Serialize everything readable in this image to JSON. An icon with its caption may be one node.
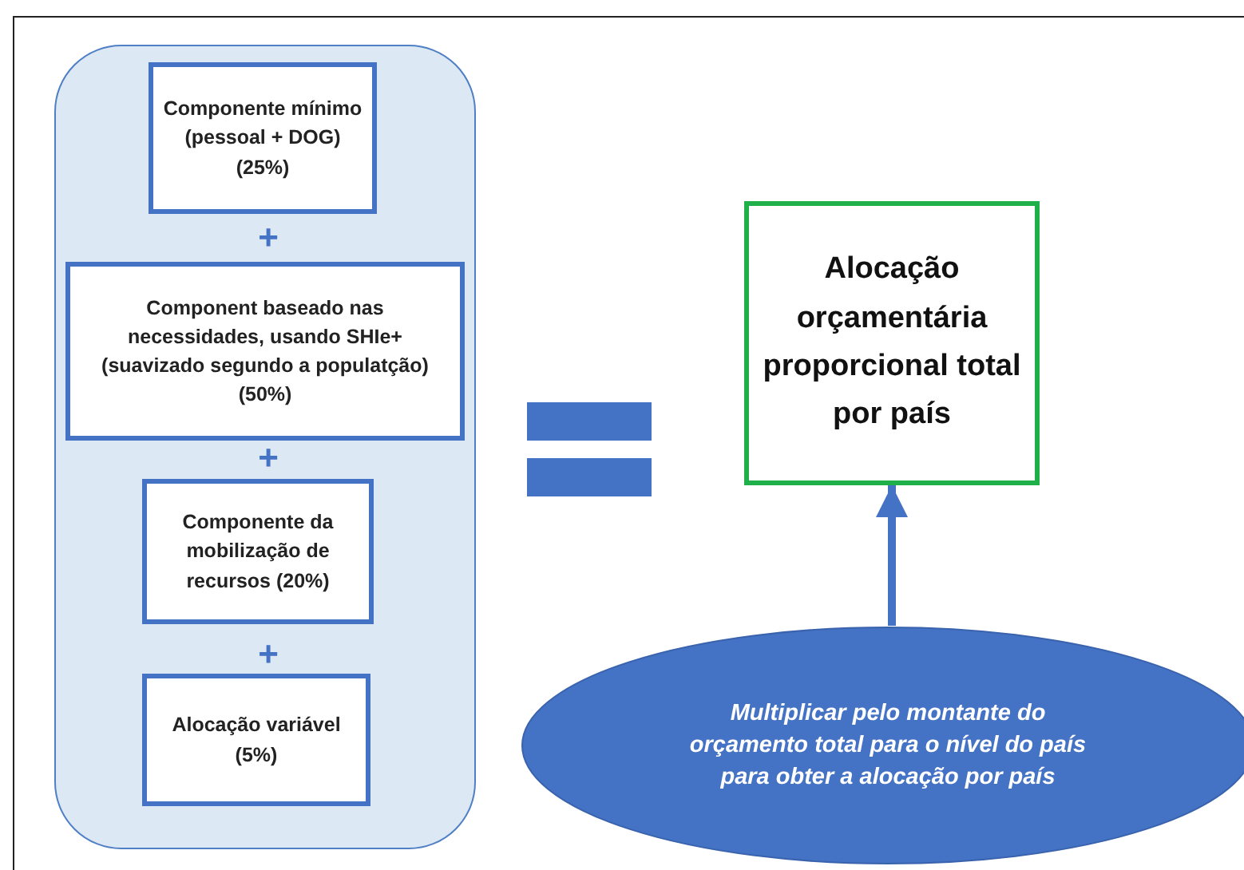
{
  "diagram": {
    "nodes": [
      {
        "text": [],
        "shape": "box"
      },
      {
        "text": [
          "Componente mínimo (pessoal + DOG) (25%)"
        ],
        "in": 0
      },
      {
        "text": [
          "Component baseado nas necessidades, usando SHIe+ (suavizado segundo a populatção) (50%)"
        ],
        "in": 0
      },
      {
        "text": [
          "Componente da mobilização de recursos (20%)"
        ],
        "in": 0
      },
      {
        "text": [
          "Alocação variável (5%)"
        ],
        "in": 0
      },
      {
        "text": [
          "Alocação orçamentária proporcional total por país"
        ]
      },
      {
        "text": [
          "Multiplicar pelo montante do orçamento total para o nível do país para obter a alocação por país"
        ]
      }
    ],
    "edges": [
      {
        "from": 6,
        "to": 5,
        "arrow": "to"
      }
    ],
    "labels": [
      "+",
      "+",
      "+"
    ]
  }
}
